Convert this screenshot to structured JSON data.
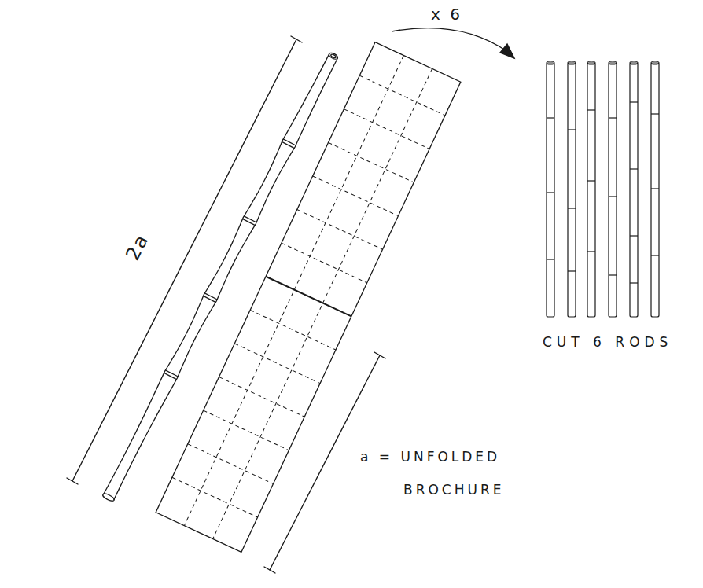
{
  "diagram": {
    "labels": [
      "x 6",
      "2a",
      "a = UNFOLDED BROCHURE",
      "CUT 6 RODS"
    ]
  }
}
